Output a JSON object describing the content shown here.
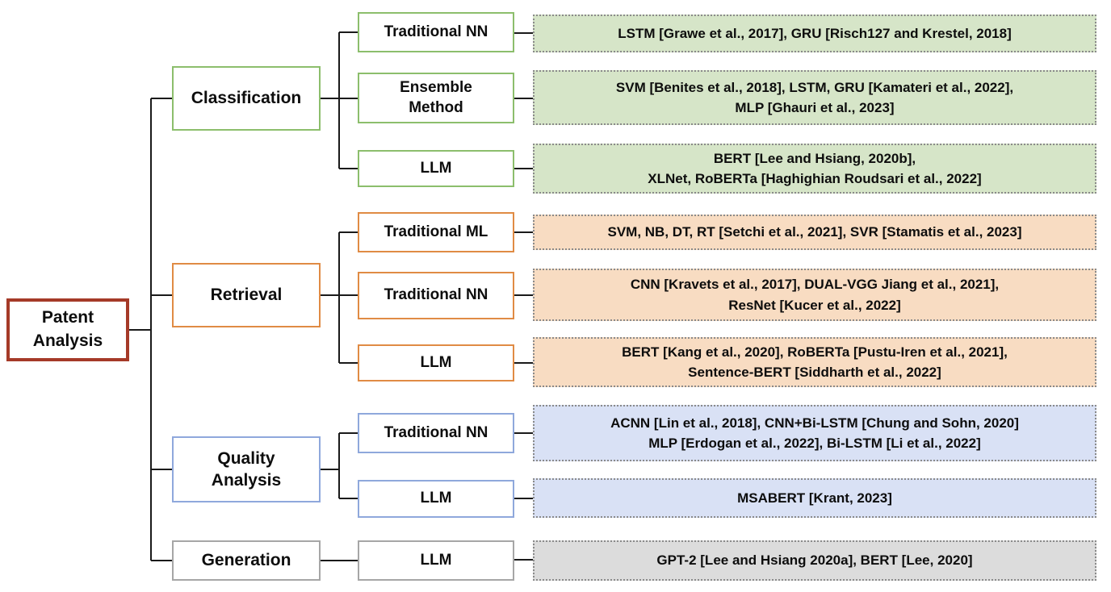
{
  "diagram": {
    "title": "Patent Analysis taxonomy",
    "root": {
      "label": "Patent\nAnalysis",
      "border_color": "#A53A28"
    },
    "branches": [
      {
        "label": "Classification",
        "border_color": "#8CBE6C",
        "leaf_fill": "#D6E5C8",
        "children": [
          {
            "method": "Traditional NN",
            "works": "LSTM [Grawe et al., 2017], GRU [Risch127 and Krestel, 2018]"
          },
          {
            "method": "Ensemble\nMethod",
            "works": "SVM [Benites et al., 2018], LSTM, GRU [Kamateri et al., 2022],\nMLP [Ghauri et al., 2023]"
          },
          {
            "method": "LLM",
            "works": "BERT  [Lee and Hsiang, 2020b],\nXLNet, RoBERTa [Haghighian Roudsari et al., 2022]"
          }
        ]
      },
      {
        "label": "Retrieval",
        "border_color": "#E08B44",
        "leaf_fill": "#F8DCC2",
        "children": [
          {
            "method": "Traditional ML",
            "works": "SVM, NB, DT, RT [Setchi et al., 2021], SVR [Stamatis et al., 2023]"
          },
          {
            "method": "Traditional NN",
            "works": "CNN [Kravets et al., 2017], DUAL-VGG Jiang et al., 2021],\nResNet  [Kucer et al., 2022]"
          },
          {
            "method": "LLM",
            "works": "BERT [Kang et al., 2020], RoBERTa [Pustu-Iren et al., 2021],\nSentence-BERT [Siddharth et al., 2022]"
          }
        ]
      },
      {
        "label": "Quality\nAnalysis",
        "border_color": "#8FA8DC",
        "leaf_fill": "#D9E1F5",
        "children": [
          {
            "method": "Traditional NN",
            "works": "ACNN [Lin et al., 2018], CNN+Bi-LSTM [Chung and Sohn, 2020]\nMLP [Erdogan et al., 2022], Bi-LSTM [Li et al., 2022]"
          },
          {
            "method": "LLM",
            "works": "MSABERT [Krant, 2023]"
          }
        ]
      },
      {
        "label": "Generation",
        "border_color": "#A6A6A6",
        "leaf_fill": "#DCDCDC",
        "children": [
          {
            "method": "LLM",
            "works": "GPT-2 [Lee and Hsiang 2020a], BERT [Lee, 2020]"
          }
        ]
      }
    ],
    "palette": {
      "connector": "#1a1a1a",
      "leaf_border_dotted": "#8a8a8a",
      "green_border": "#8CBE6C",
      "green_fill": "#D6E5C8",
      "orange_border": "#E08B44",
      "orange_fill": "#F8DCC2",
      "blue_border": "#8FA8DC",
      "blue_fill": "#D9E1F5",
      "gray_border": "#A6A6A6",
      "gray_fill": "#DCDCDC"
    }
  }
}
